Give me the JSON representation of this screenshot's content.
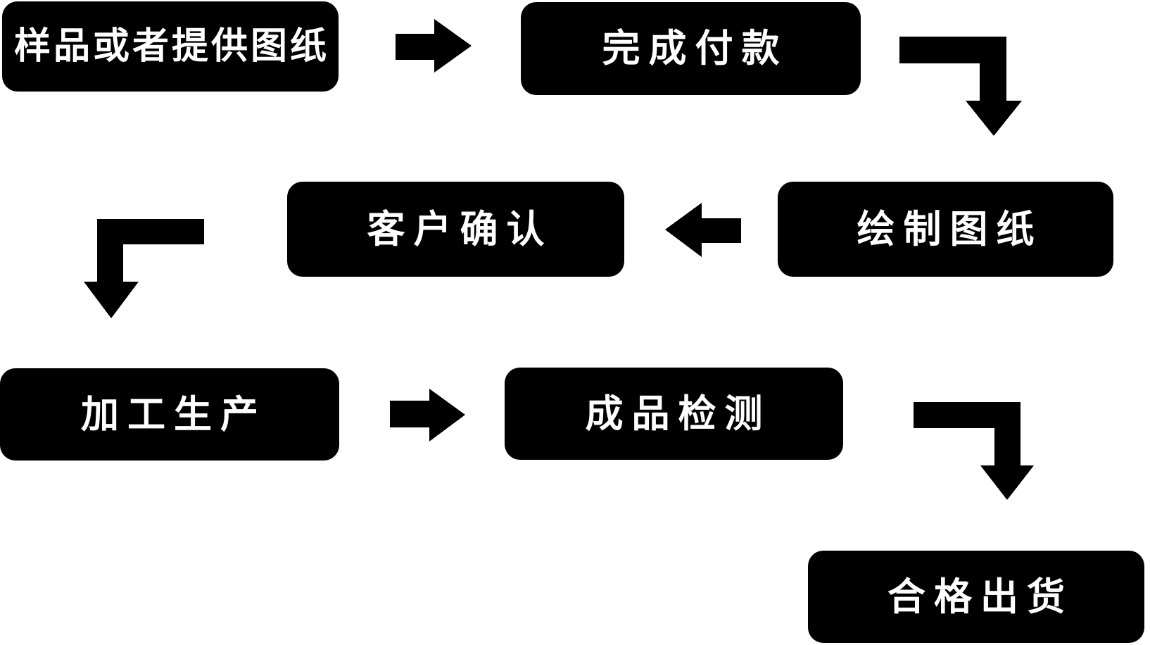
{
  "diagram": {
    "title": "production-process-flowchart",
    "background_color": "#ffffff",
    "node_fill_color": "#000000",
    "node_text_color": "#ffffff",
    "arrow_color": "#000000",
    "nodes": [
      {
        "id": "sample-or-drawing",
        "label": "样品或者提供图纸"
      },
      {
        "id": "complete-payment",
        "label": "完成付款"
      },
      {
        "id": "customer-confirm",
        "label": "客户确认"
      },
      {
        "id": "draw-drawings",
        "label": "绘制图纸"
      },
      {
        "id": "processing-production",
        "label": "加工生产"
      },
      {
        "id": "product-inspection",
        "label": "成品检测"
      },
      {
        "id": "qualified-shipment",
        "label": "合格出货"
      }
    ],
    "edges": [
      {
        "from": "sample-or-drawing",
        "to": "complete-payment",
        "shape": "straight-right"
      },
      {
        "from": "complete-payment",
        "to": "draw-drawings",
        "shape": "elbow-right-down"
      },
      {
        "from": "draw-drawings",
        "to": "customer-confirm",
        "shape": "straight-left"
      },
      {
        "from": "customer-confirm",
        "to": "processing-production",
        "shape": "elbow-left-down"
      },
      {
        "from": "processing-production",
        "to": "product-inspection",
        "shape": "straight-right"
      },
      {
        "from": "product-inspection",
        "to": "qualified-shipment",
        "shape": "elbow-right-down"
      }
    ]
  }
}
